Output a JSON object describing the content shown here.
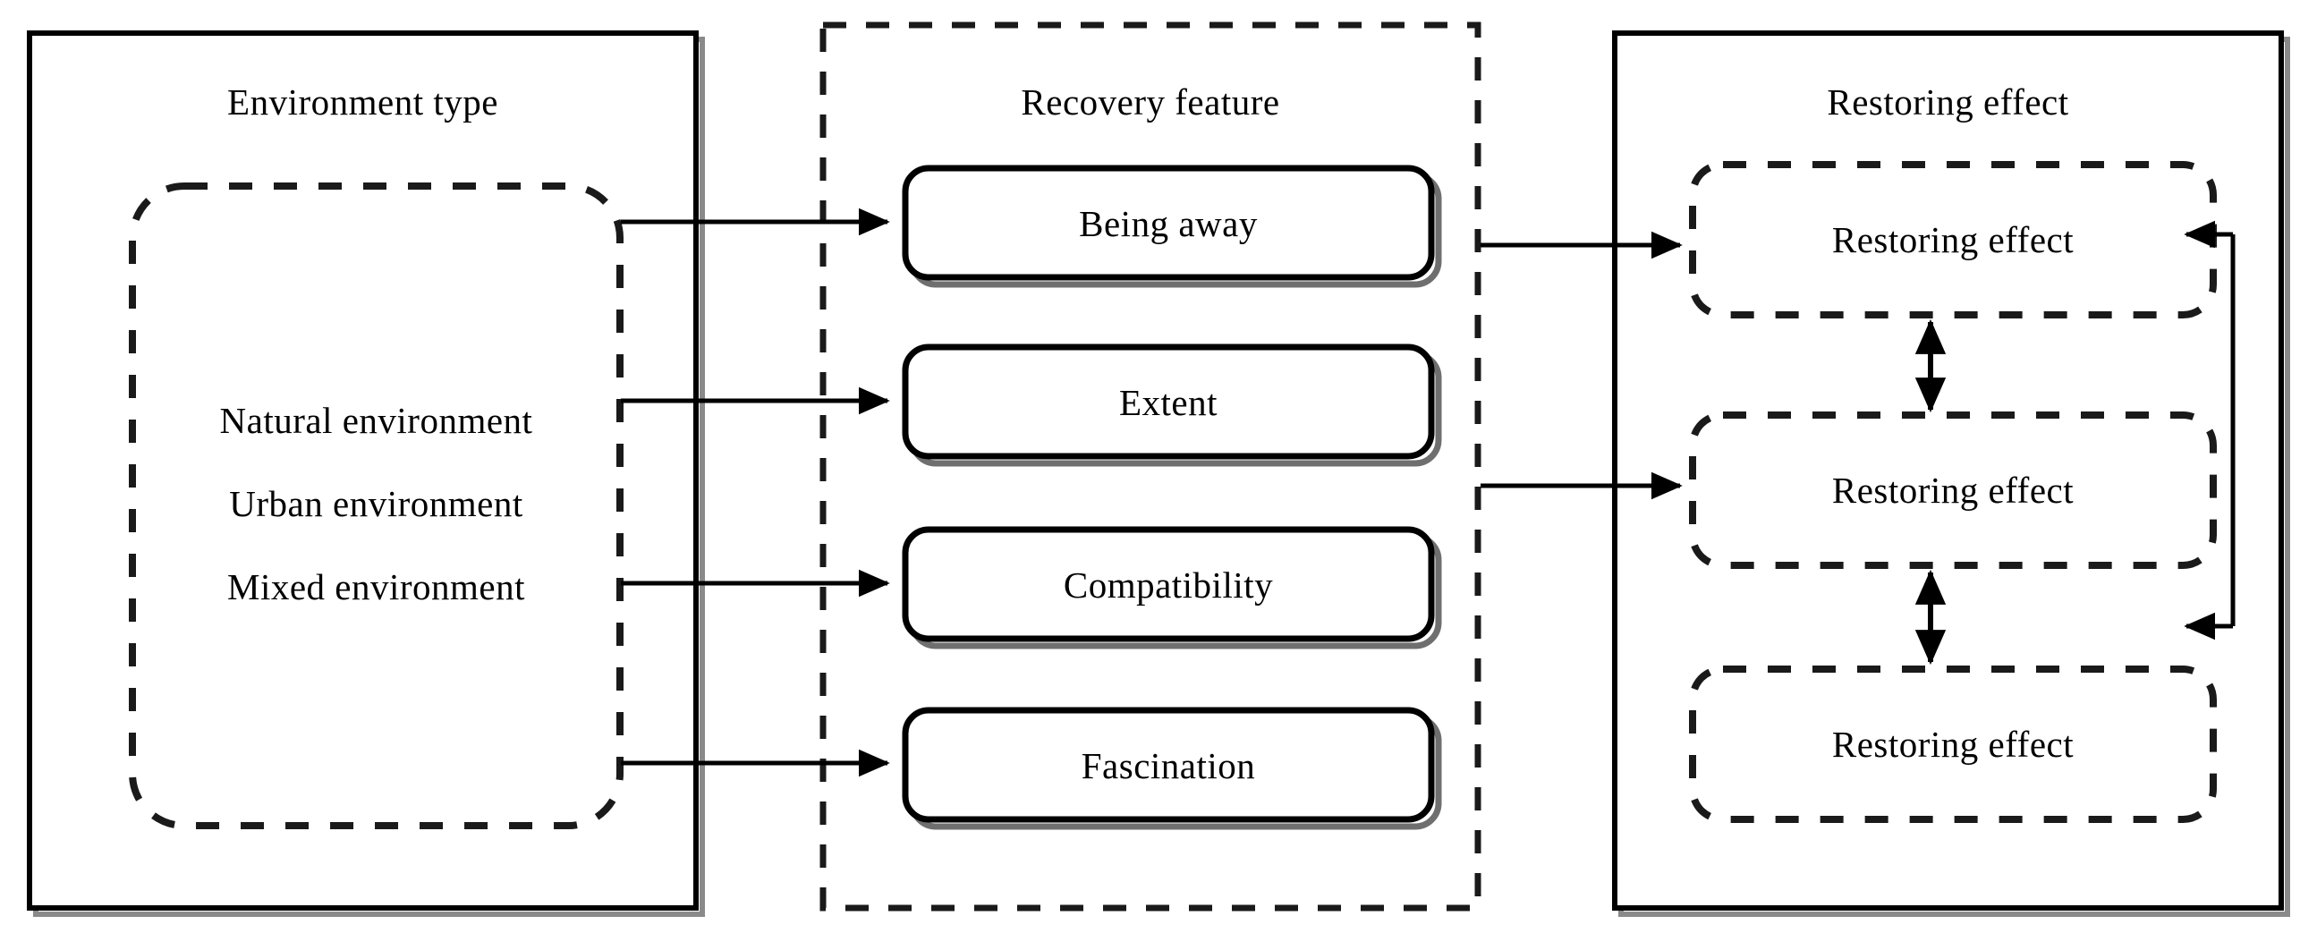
{
  "diagram": {
    "type": "flow-diagram",
    "title_row": {
      "left": "Environment type",
      "middle": "Recovery feature",
      "right": "Restoring effect"
    },
    "columns": [
      {
        "id": "environment-type",
        "header": "Environment type",
        "border_style": "solid",
        "inner_group": {
          "border_style": "dashed-rounded",
          "items": [
            {
              "label": "Natural environment"
            },
            {
              "label": "Urban environment"
            },
            {
              "label": "Mixed environment"
            }
          ]
        }
      },
      {
        "id": "recovery-feature",
        "header": "Recovery feature",
        "border_style": "dashed",
        "boxes": [
          {
            "label": "Being away"
          },
          {
            "label": "Extent"
          },
          {
            "label": "Compatibility"
          },
          {
            "label": "Fascination"
          }
        ]
      },
      {
        "id": "restoring-effect",
        "header": "Restoring effect",
        "border_style": "solid",
        "boxes": [
          {
            "label": "Restoring effect"
          },
          {
            "label": "Restoring effect"
          },
          {
            "label": "Restoring effect"
          }
        ]
      }
    ],
    "connectors": {
      "env_to_feature_count": 4,
      "feature_to_effect_count": 2,
      "bidirectional_vertical_count": 2,
      "feedback_loop_count": 1
    },
    "colors": {
      "line": "#000000",
      "text": "#000000",
      "background": "#ffffff",
      "shadow": "#808080"
    }
  }
}
